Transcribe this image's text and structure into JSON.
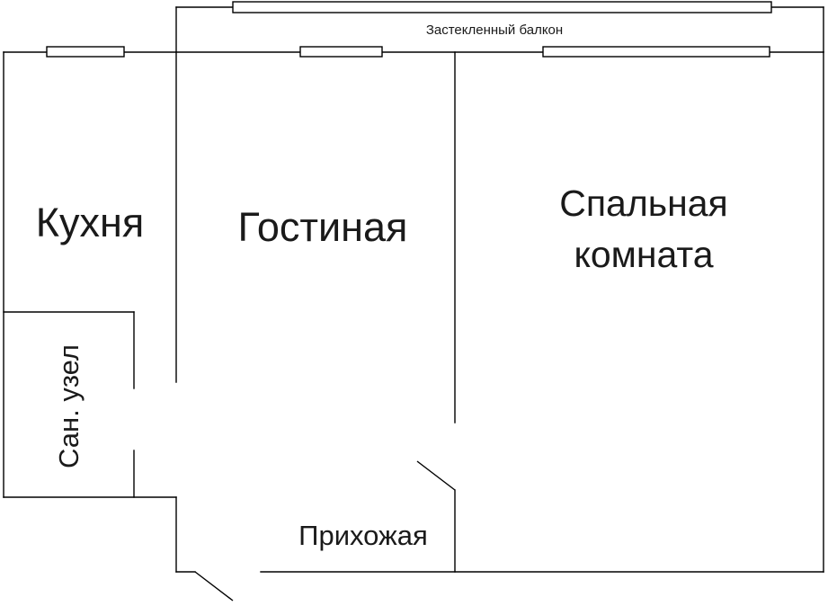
{
  "rooms": {
    "balcony": "Застекленный балкон",
    "kitchen": "Кухня",
    "living_room": "Гостиная",
    "bedroom_line1": "Спальная",
    "bedroom_line2": "комната",
    "bathroom": "Сан. узел",
    "hallway": "Прихожая"
  },
  "colors": {
    "line": "#000000",
    "background": "#ffffff"
  }
}
